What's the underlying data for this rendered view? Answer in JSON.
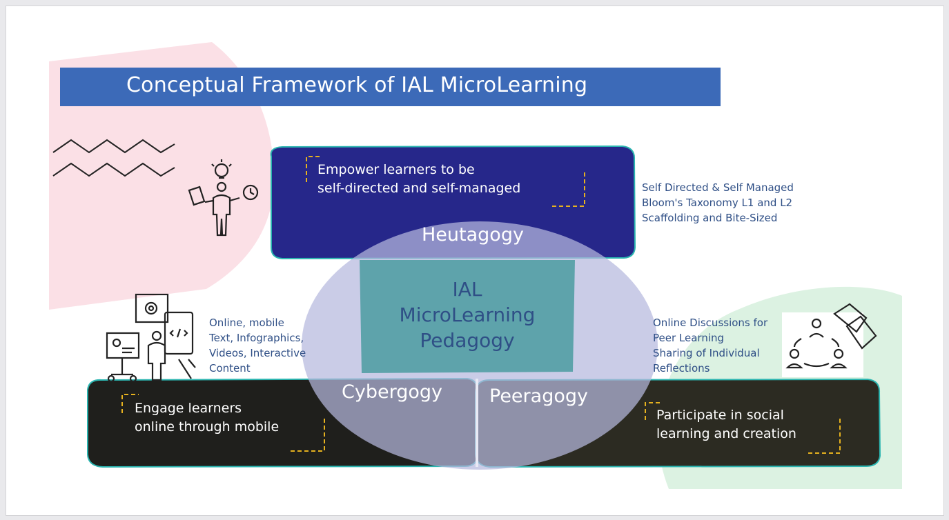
{
  "title": "Conceptual Framework of IAL MicroLearning",
  "center": {
    "line1": "IAL",
    "line2": "MicroLearning",
    "line3": "Pedagogy"
  },
  "heutagogy": {
    "label": "Heutagogy",
    "text_line1": "Empower learners to be",
    "text_line2": "self-directed and self-managed",
    "notes": [
      "Self Directed & Self Managed",
      "Bloom's Taxonomy L1 and L2",
      "Scaffolding and Bite-Sized"
    ]
  },
  "cybergogy": {
    "label": "Cybergogy",
    "text_line1": "Engage learners",
    "text_line2": "online through mobile",
    "notes": [
      "Online, mobile",
      "Text, Infographics,",
      "Videos, Interactive",
      "Content"
    ]
  },
  "peeragogy": {
    "label": "Peeragogy",
    "text_line1": "Participate in social",
    "text_line2": "learning and creation",
    "notes": [
      "Online Discussions for",
      "Peer Learning",
      "Sharing of Individual",
      "Reflections"
    ]
  },
  "colors": {
    "title_banner": "#3c6ab8",
    "heutagogy_box": "#26278a",
    "cybergogy_box": "#1f1f1c",
    "peeragogy_box": "#2c2b22",
    "ellipse": "#b6b9de",
    "center_box": "#5ea3ab",
    "accent_dash": "#e6b21f",
    "pink_bg": "#fbe0e6",
    "green_bg": "#dcf2e2"
  },
  "icons": [
    "zigzag-decoration-icon",
    "person-lightbulb-icon",
    "developer-workstation-icon",
    "group-discussion-icon"
  ]
}
